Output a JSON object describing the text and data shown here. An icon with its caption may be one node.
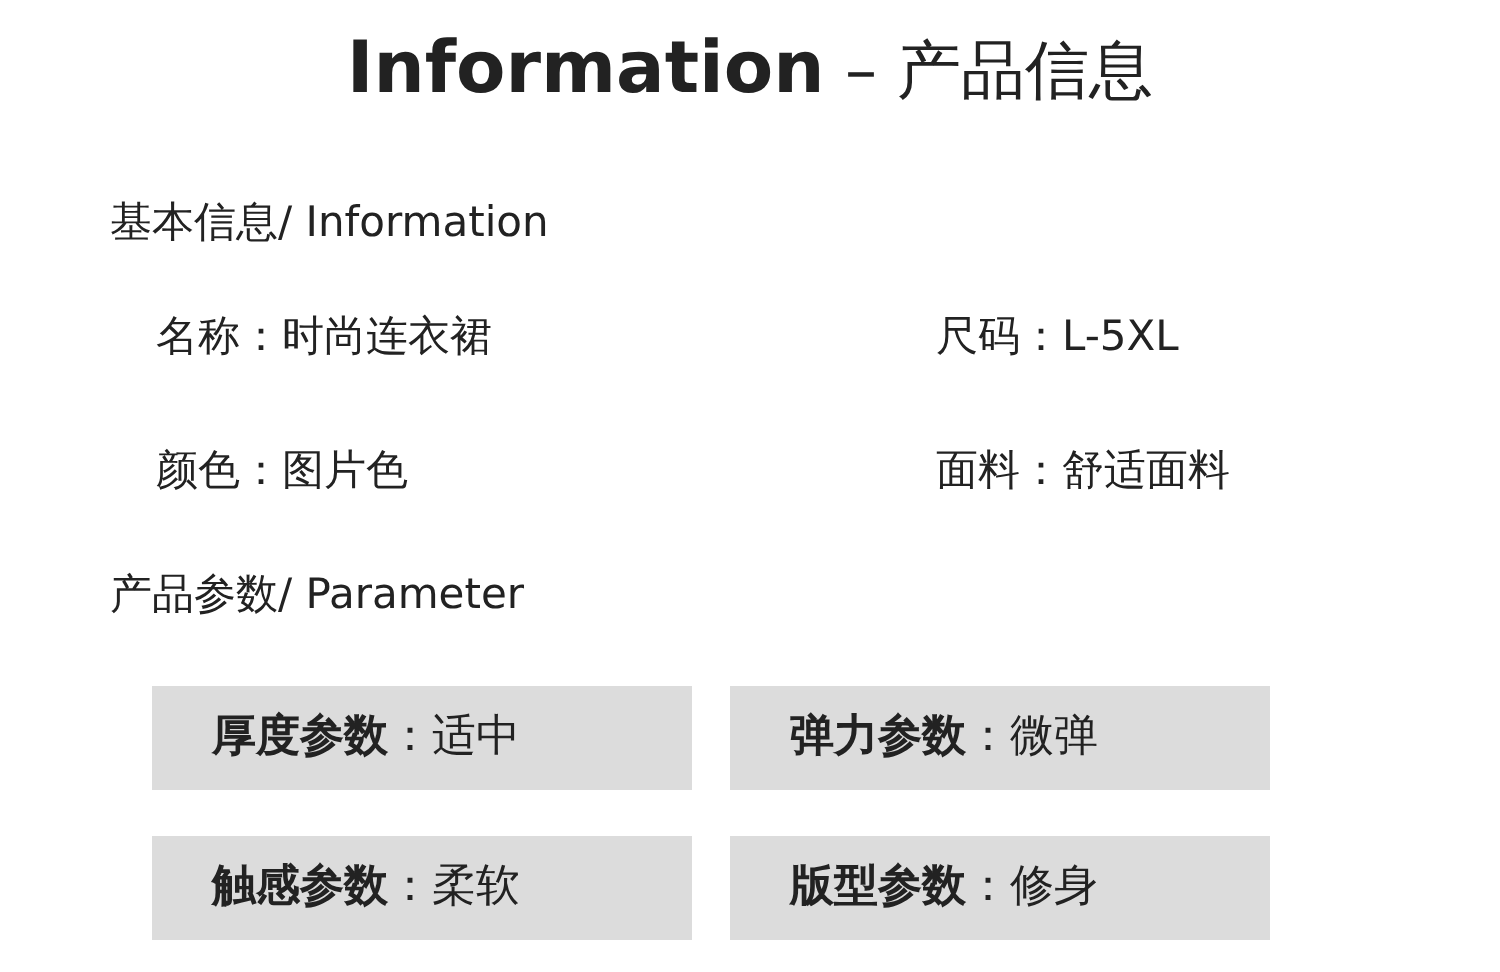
{
  "diagram": {
    "title": "**Information** – 产品信息",
    "nodes": [
      {
        "text": [
          "**厚度参数**：适中"
        ]
      },
      {
        "text": [
          "**弹力参数**：微弹"
        ]
      },
      {
        "text": [
          "**触感参数**：柔软"
        ]
      },
      {
        "text": [
          "**版型参数**：修身"
        ]
      }
    ],
    "labels": [
      "基本信息/ Information",
      "名称：时尚连衣裙",
      "尺码：L-5XL",
      "颜色：图片色",
      "面料：舒适面料",
      "产品参数/ Parameter"
    ]
  }
}
